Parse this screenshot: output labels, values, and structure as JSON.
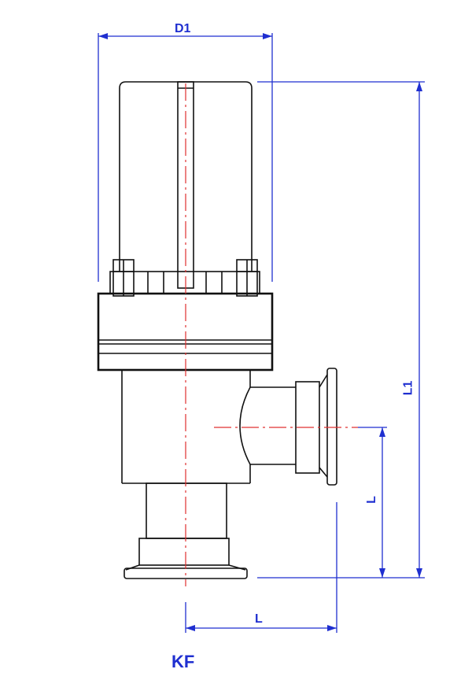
{
  "title": "KF",
  "dimensions": {
    "d1": "D1",
    "l1": "L1",
    "l_vertical": "L",
    "l_horizontal": "L"
  },
  "colors": {
    "outline": "#111111",
    "dimension": "#1f2fd0",
    "centerline": "#e03030"
  }
}
